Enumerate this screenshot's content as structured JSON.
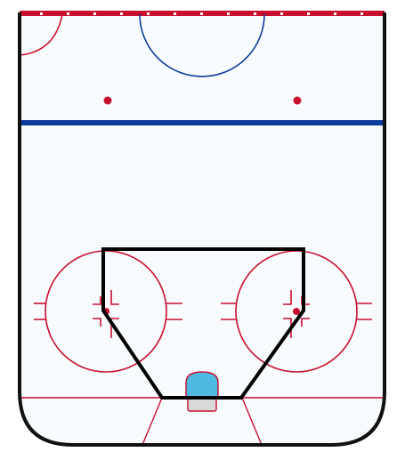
{
  "diagram": {
    "type": "hockey-rink-half-zone",
    "colors": {
      "ice": "#f7fbfd",
      "boards": "#111111",
      "red_line": "#c8102e",
      "blue_line": "#0a3a9a",
      "crease_fill": "#4fb9e3",
      "net_fill": "#d9d9d9",
      "play_zone_outline": "#000000",
      "top_stripe_dots": "#ffffff"
    },
    "elements": [
      "top-red-line",
      "center-ice-circle",
      "neutral-zone-faceoff-dots",
      "blue-line",
      "left-faceoff-circle",
      "right-faceoff-circle",
      "goal-line",
      "goal-crease",
      "goal-net",
      "trapezoid-lines",
      "home-plate-zone-outline"
    ]
  }
}
